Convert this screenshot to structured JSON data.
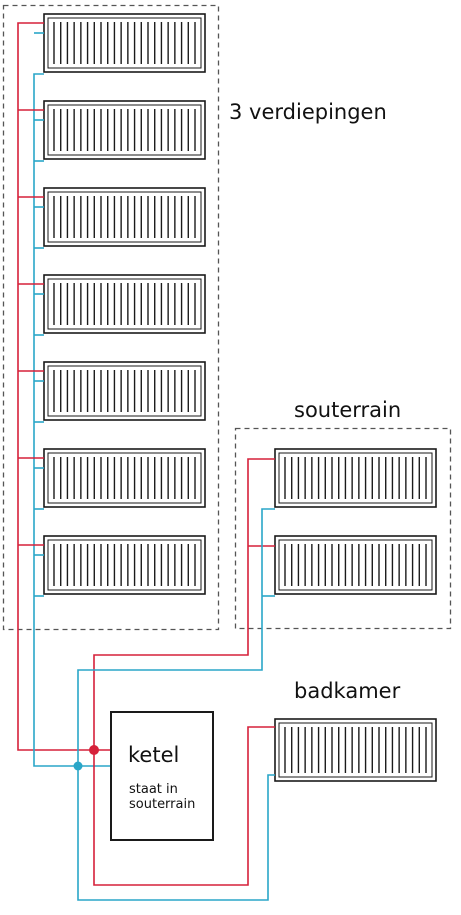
{
  "labels": {
    "floors": "3 verdiepingen",
    "basement": "souterrain",
    "bathroom": "badkamer",
    "boiler": "ketel",
    "boiler_note_line1": "staat in",
    "boiler_note_line2": "souterrain"
  },
  "colors": {
    "supply": "#d6213a",
    "return": "#2aa6c8",
    "outline": "#1a1a1a",
    "dashed": "#555555"
  }
}
